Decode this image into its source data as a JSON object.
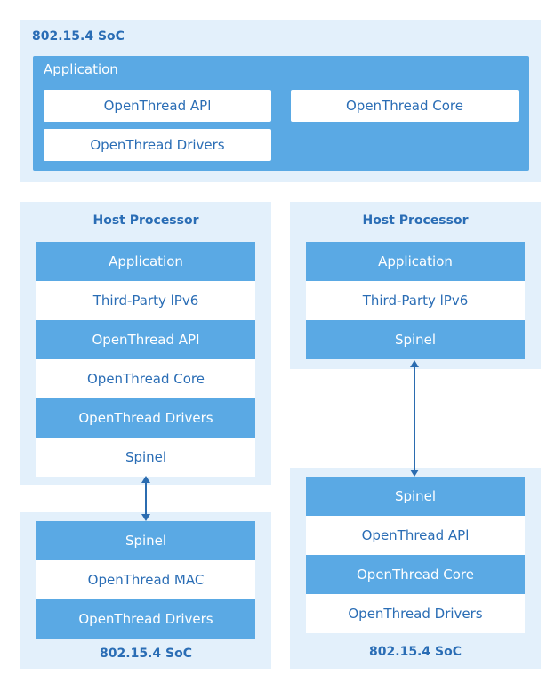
{
  "top": {
    "title": "802.15.4 SoC",
    "app_label": "Application",
    "api": "OpenThread APl",
    "core": "OpenThread Core",
    "drivers": "OpenThread Drivers"
  },
  "left": {
    "host": {
      "title": "Host Processor",
      "layers": [
        "Application",
        "Third-Party lPv6",
        "OpenThread API",
        "OpenThread Core",
        "OpenThread Drivers",
        "Spinel"
      ]
    },
    "soc": {
      "title": "802.15.4 SoC",
      "layers": [
        "Spinel",
        "OpenThread MAC",
        "OpenThread Drivers"
      ]
    }
  },
  "right": {
    "host": {
      "title": "Host Processor",
      "layers": [
        "Application",
        "Third-Party lPv6",
        "Spinel"
      ]
    },
    "soc": {
      "title": "802.15.4 SoC",
      "layers": [
        "Spinel",
        "OpenThread APl",
        "OpenThread Core",
        "OpenThread Drivers"
      ]
    }
  },
  "colors": {
    "panel_bg": "#e3f0fb",
    "layer_blue": "#5aa9e4",
    "text_blue": "#2a6db5",
    "arrow": "#2b6cb0"
  }
}
